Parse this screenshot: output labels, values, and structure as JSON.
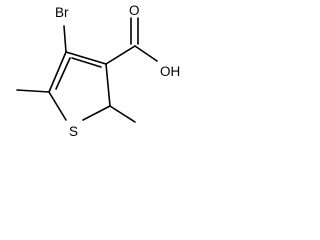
{
  "molecule": {
    "atoms": {
      "br": "Br",
      "s": "S",
      "oh": "OH",
      "o": "O"
    }
  }
}
